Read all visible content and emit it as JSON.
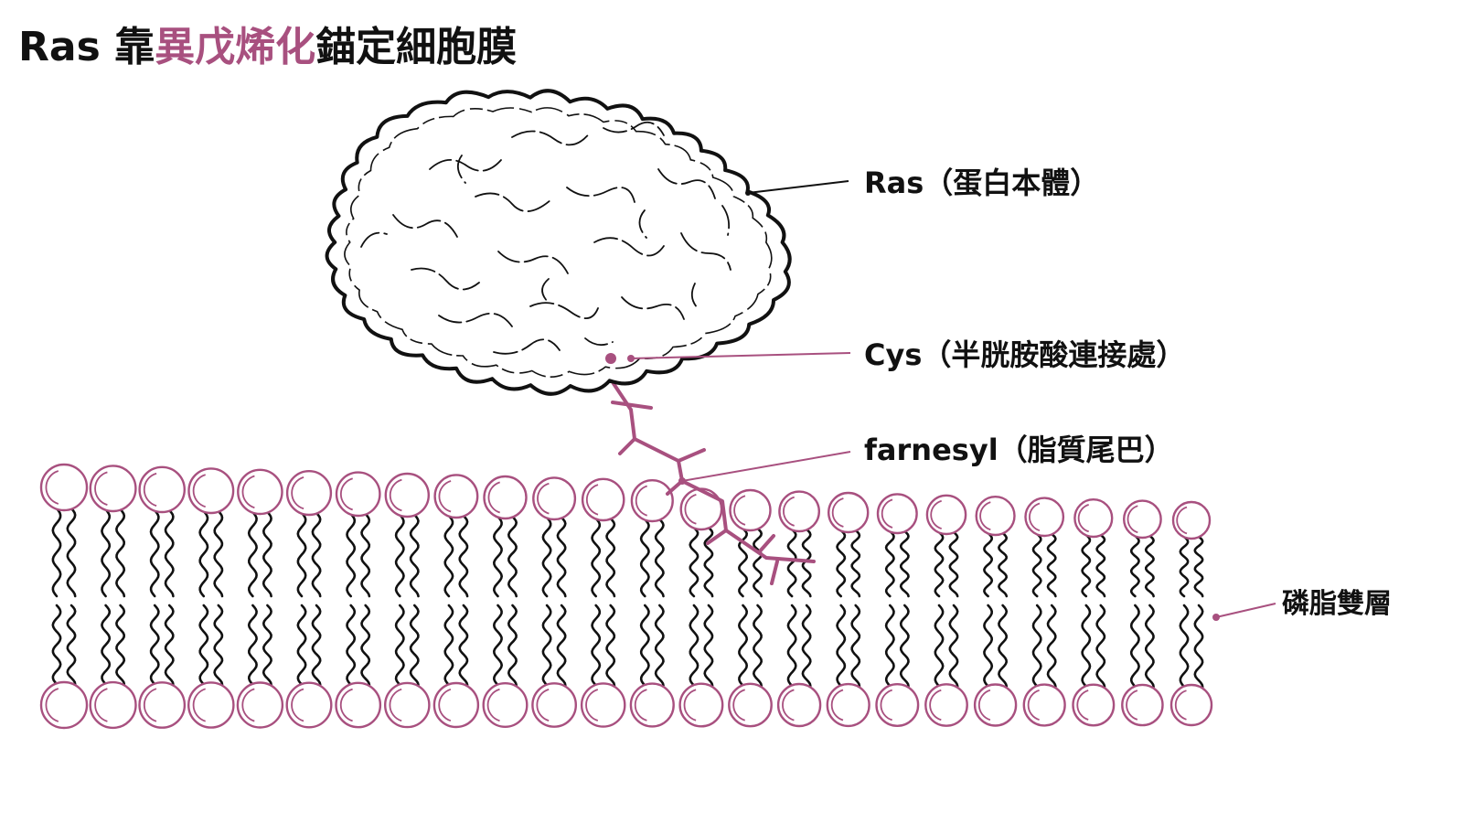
{
  "title": {
    "prefix": "Ras 靠",
    "highlight": "異戊烯化",
    "suffix": "錨定細胞膜"
  },
  "labels": {
    "protein": "Ras（蛋白本體）",
    "cys": "Cys（半胱胺酸連接處）",
    "farnesyl": "farnesyl（脂質尾巴）",
    "bilayer": "磷脂雙層"
  },
  "colors": {
    "accent": "#a8507f",
    "outline": "#111111",
    "text": "#111111",
    "background": "#ffffff"
  }
}
